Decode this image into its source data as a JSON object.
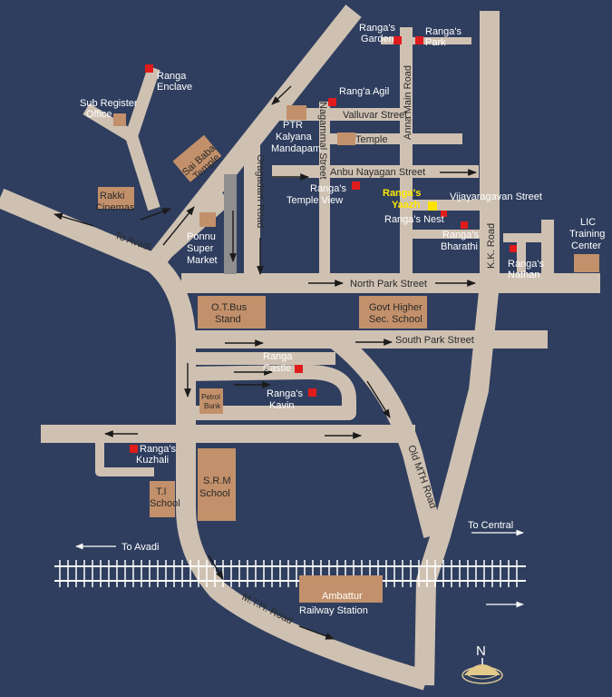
{
  "colors": {
    "background": "#2f3e5e",
    "road": "#cfc1b2",
    "building": "#c2906a",
    "marker": "#e01b1b",
    "highlight_marker": "#ffe400",
    "highlight_text": "#ffe800",
    "arrow": "#1a1a1a"
  },
  "roads": {
    "north_park_street": "North Park Street",
    "south_park_street": "South Park Street",
    "oragadam_road": "Oragadam Road",
    "nagammal_street": "Nagammal Street",
    "anna_main_road": "Anna Main Road",
    "kk_road": "K.K. Road",
    "valluvar_street": "Valluvar Street",
    "anbu_nayagan_street": "Anbu Nayagan Street",
    "vijayaragavan_street": "Vijayaragavan Street",
    "old_mth_road": "Old MTH Road",
    "mth_road": "M.T.H. Road",
    "to_avadi_upper": "To Avadi",
    "to_avadi_lower": "To Avadi",
    "to_central": "To Central"
  },
  "places": {
    "rangas_garden": [
      "Ranga's",
      "Garden"
    ],
    "rangas_park": [
      "Ranga's",
      "Park"
    ],
    "ranga_enclave": [
      "Ranga",
      "Enclave"
    ],
    "sub_register_office": [
      "Sub Register",
      "Office"
    ],
    "ranga_agil": "Rang'a Agil",
    "ptr_kalyana_mandapam": [
      "PTR",
      "Kalyana",
      "Mandapam"
    ],
    "temple": "Temple",
    "sai_baba_temple": [
      "Sai Baba",
      "Temple"
    ],
    "rakki_cinemas": [
      "Rakki",
      "Cinemas"
    ],
    "rangas_temple_view": [
      "Ranga's",
      "Temple View"
    ],
    "rangas_yaazh": [
      "Ranga's",
      "Yaazh"
    ],
    "rangas_nest": "Ranga's Nest",
    "rangas_bharathi": [
      "Ranga's",
      "Bharathi"
    ],
    "rangas_nathan": [
      "Ranga's",
      "Nathan"
    ],
    "lic_training_center": [
      "LIC",
      "Training",
      "Center"
    ],
    "ponnu_super_market": [
      "Ponnu",
      "Super",
      "Market"
    ],
    "ot_bus_stand": [
      "O.T.Bus",
      "Stand"
    ],
    "govt_higher_sec_school": [
      "Govt Higher",
      "Sec. School"
    ],
    "ranga_castle": [
      "Ranga",
      "Castle"
    ],
    "rangas_kavin": [
      "Ranga's",
      "Kavin"
    ],
    "petrol_bunk": [
      "Petrol",
      "Bunk"
    ],
    "rangas_kuzhali": [
      "Ranga's",
      "Kuzhali"
    ],
    "ti_school": [
      "T.I",
      "School"
    ],
    "srm_school": [
      "S.R.M",
      "School"
    ],
    "ambattur_railway_station": [
      "Ambattur",
      "Railway Station"
    ]
  },
  "compass": {
    "label": "N"
  }
}
